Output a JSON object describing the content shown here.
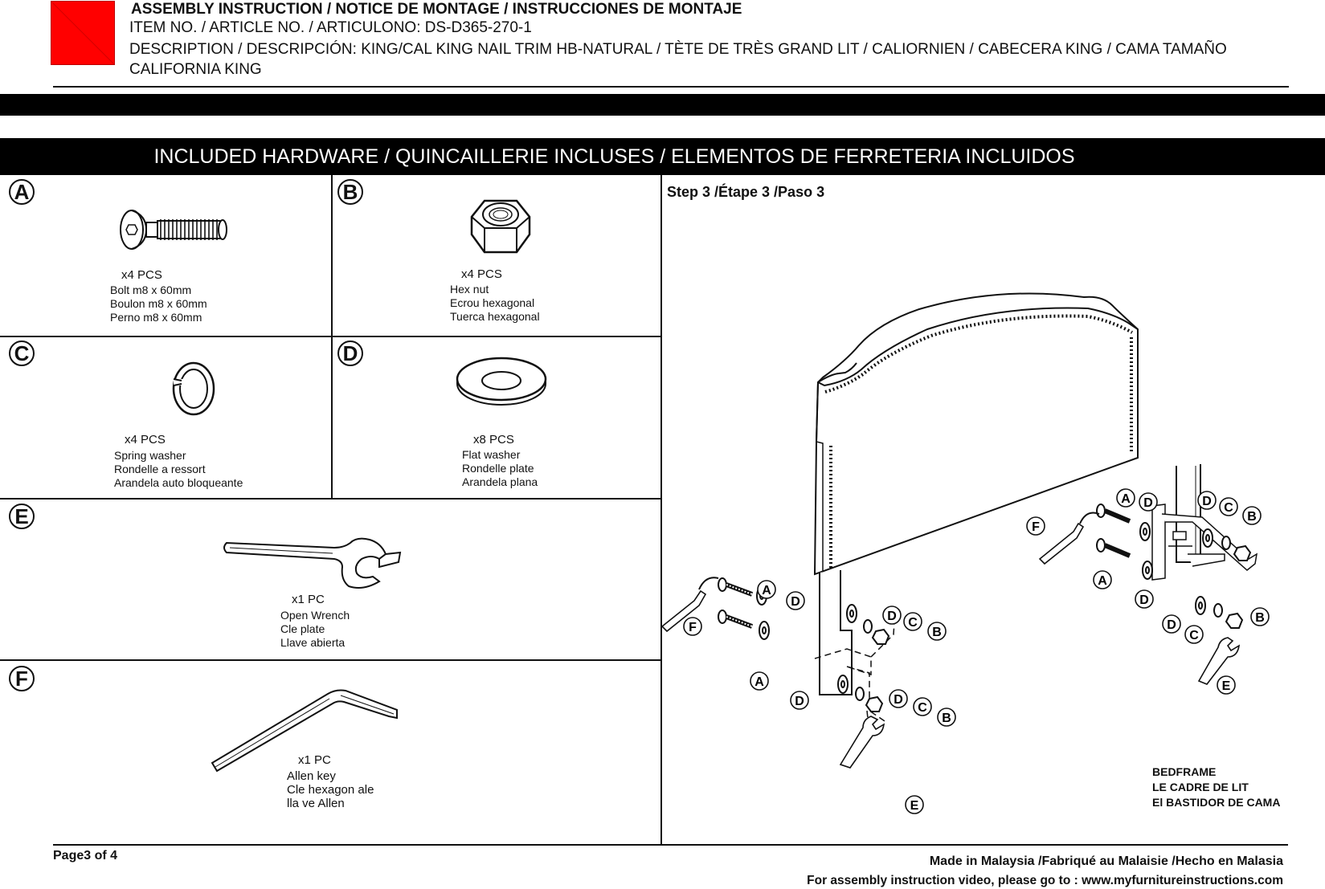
{
  "header": {
    "title": "ASSEMBLY INSTRUCTION / NOTICE DE MONTAGE / INSTRUCCIONES DE MONTAJE",
    "item_line": "ITEM NO. / ARTICLE NO. / ARTICULONO:   DS-D365-270-1",
    "description_line1": "DESCRIPTION / DESCRIPCIÓN: KING/CAL KING NAIL TRIM HB-NATURAL / TÈTE DE TRÈS GRAND LIT / CALIORNIEN  / CABECERA KING / CAMA TAMAÑO",
    "description_line2": "CALIFORNIA KING",
    "logo_color": "#ff0000"
  },
  "hardware_banner": "INCLUDED HARDWARE / QUINCAILLERIE INCLUSES / ELEMENTOS DE FERRETERIA INCLUIDOS",
  "hardware": [
    {
      "letter": "A",
      "qty": "x4 PCS",
      "lines": [
        "Bolt m8 x 60mm",
        "Boulon m8 x 60mm",
        "Perno m8 x 60mm"
      ],
      "icon": "bolt-icon"
    },
    {
      "letter": "B",
      "qty": "x4 PCS",
      "lines": [
        "Hex nut",
        "Ecrou hexagonal",
        "Tuerca hexagonal"
      ],
      "icon": "hex-nut-icon"
    },
    {
      "letter": "C",
      "qty": "x4 PCS",
      "lines": [
        "Spring washer",
        "Rondelle a ressort",
        "Arandela auto bloqueante"
      ],
      "icon": "spring-washer-icon"
    },
    {
      "letter": "D",
      "qty": "x8 PCS",
      "lines": [
        "Flat washer",
        "Rondelle plate",
        "Arandela plana"
      ],
      "icon": "flat-washer-icon"
    },
    {
      "letter": "E",
      "qty": "x1 PC",
      "lines": [
        "Open Wrench",
        "Cle plate",
        "Llave abierta"
      ],
      "icon": "wrench-icon"
    },
    {
      "letter": "F",
      "qty": "x1 PC",
      "lines": [
        "Allen key",
        "Cle hexagon ale",
        "lla ve Allen"
      ],
      "icon": "allen-key-icon"
    }
  ],
  "step": {
    "title": "Step 3 /Étape 3 /Paso 3",
    "callouts": [
      "A",
      "B",
      "C",
      "D",
      "E",
      "F"
    ],
    "bedframe_label": [
      "BEDFRAME",
      "LE CADRE DE LIT",
      "El BASTIDOR DE CAMA"
    ]
  },
  "footer": {
    "page": "Page3 of 4",
    "made_in": "Made in Malaysia /Fabriqué au Malaisie /Hecho en Malasia",
    "video": "For assembly instruction video, please go to : www.myfurnitureinstructions.com"
  }
}
